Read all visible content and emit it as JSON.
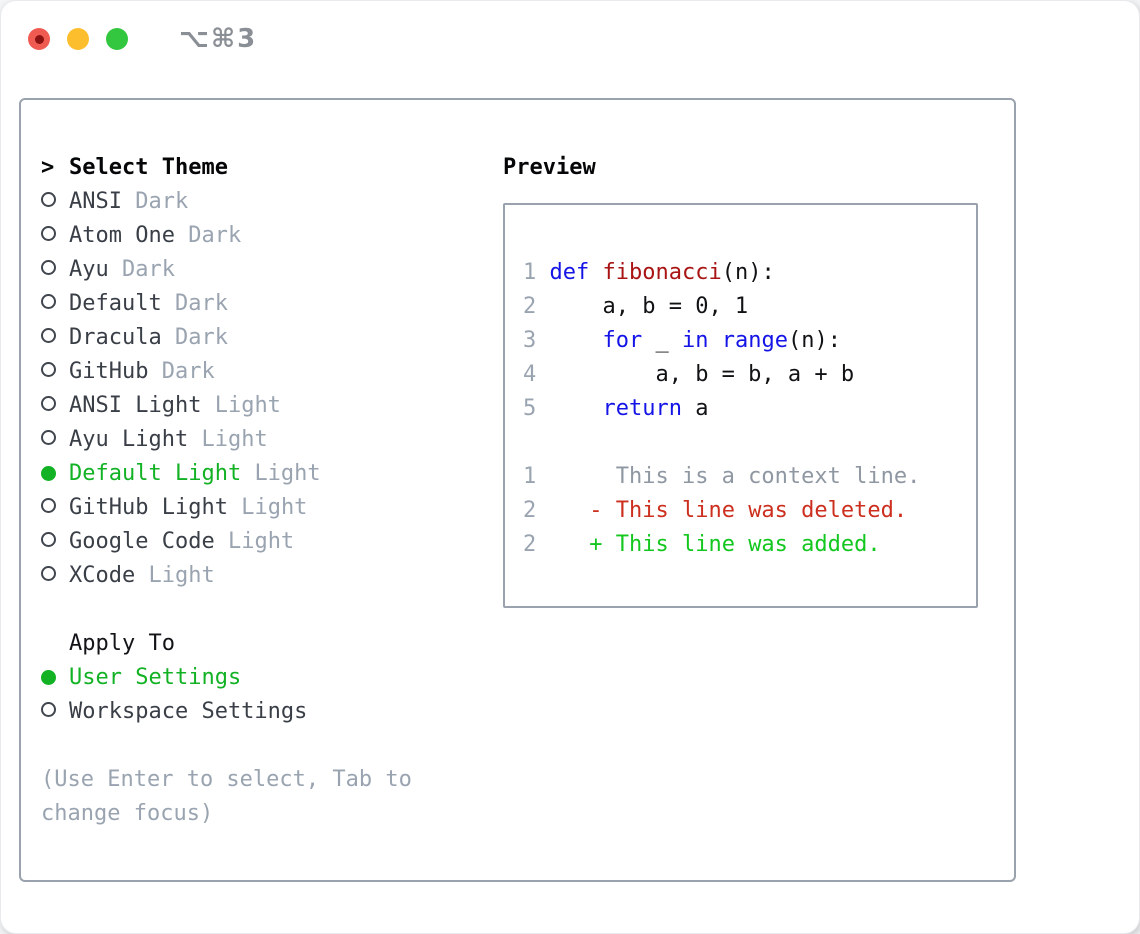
{
  "window": {
    "title": "⌥⌘3",
    "traffic_lights": [
      "close",
      "minimize",
      "zoom"
    ]
  },
  "theme_panel": {
    "prompt": ">",
    "title": "Select Theme",
    "items": [
      {
        "name": "ANSI",
        "variant": "Dark",
        "selected": false
      },
      {
        "name": "Atom One",
        "variant": "Dark",
        "selected": false
      },
      {
        "name": "Ayu",
        "variant": "Dark",
        "selected": false
      },
      {
        "name": "Default",
        "variant": "Dark",
        "selected": false
      },
      {
        "name": "Dracula",
        "variant": "Dark",
        "selected": false
      },
      {
        "name": "GitHub",
        "variant": "Dark",
        "selected": false
      },
      {
        "name": "ANSI Light",
        "variant": "Light",
        "selected": false
      },
      {
        "name": "Ayu Light",
        "variant": "Light",
        "selected": false
      },
      {
        "name": "Default Light",
        "variant": "Light",
        "selected": true
      },
      {
        "name": "GitHub Light",
        "variant": "Light",
        "selected": false
      },
      {
        "name": "Google Code",
        "variant": "Light",
        "selected": false
      },
      {
        "name": "XCode",
        "variant": "Light",
        "selected": false
      }
    ],
    "apply_to": {
      "label": "Apply To",
      "options": [
        {
          "label": "User Settings",
          "selected": true
        },
        {
          "label": "Workspace Settings",
          "selected": false
        }
      ]
    },
    "hint": "(Use Enter to select, Tab to change focus)"
  },
  "preview": {
    "label": "Preview",
    "code_lines": [
      [
        {
          "t": "1 ",
          "c": "num"
        },
        {
          "t": "def",
          "c": "kw"
        },
        {
          "t": " ",
          "c": "plain"
        },
        {
          "t": "fibonacci",
          "c": "fn"
        },
        {
          "t": "(n):",
          "c": "plain"
        }
      ],
      [
        {
          "t": "2 ",
          "c": "num"
        },
        {
          "t": "    a, b = 0, 1",
          "c": "plain"
        }
      ],
      [
        {
          "t": "3 ",
          "c": "num"
        },
        {
          "t": "    ",
          "c": "plain"
        },
        {
          "t": "for",
          "c": "kw"
        },
        {
          "t": " _ ",
          "c": "plain"
        },
        {
          "t": "in",
          "c": "kw"
        },
        {
          "t": " ",
          "c": "plain"
        },
        {
          "t": "range",
          "c": "kw"
        },
        {
          "t": "(n):",
          "c": "plain"
        }
      ],
      [
        {
          "t": "4 ",
          "c": "num"
        },
        {
          "t": "        a, b = b, a + b",
          "c": "plain"
        }
      ],
      [
        {
          "t": "5 ",
          "c": "num"
        },
        {
          "t": "    ",
          "c": "plain"
        },
        {
          "t": "return",
          "c": "kw"
        },
        {
          "t": " a",
          "c": "plain"
        }
      ]
    ],
    "diff_lines": [
      [
        {
          "t": "1 ",
          "c": "num"
        },
        {
          "t": "     This is a context line.",
          "c": "ctx"
        }
      ],
      [
        {
          "t": "2 ",
          "c": "num"
        },
        {
          "t": "   ",
          "c": "plain"
        },
        {
          "t": "- This line was deleted.",
          "c": "del"
        }
      ],
      [
        {
          "t": "2 ",
          "c": "num"
        },
        {
          "t": "   ",
          "c": "plain"
        },
        {
          "t": "+ This line was added.",
          "c": "add"
        }
      ]
    ]
  },
  "colors": {
    "accent_green": "#12b224",
    "added_green": "#13c71f",
    "deleted_red": "#cc2f1e",
    "keyword_blue": "#1414e6",
    "function_red": "#a81414",
    "muted_gray": "#9aa4b1",
    "panel_border": "#9aa2ad"
  }
}
